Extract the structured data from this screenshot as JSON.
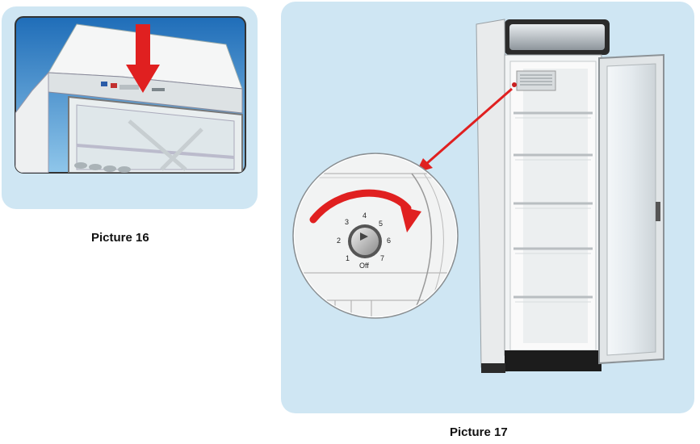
{
  "figure16": {
    "caption": "Picture 16"
  },
  "figure17": {
    "caption": "Picture 17",
    "dial": {
      "numbers": [
        "1",
        "2",
        "3",
        "4",
        "5",
        "6",
        "7"
      ],
      "off_label": "Off"
    }
  },
  "colors": {
    "panel_background": "#cfe6f3",
    "arrow_red": "#e02020",
    "sky_blue": "#3a8fd0"
  }
}
